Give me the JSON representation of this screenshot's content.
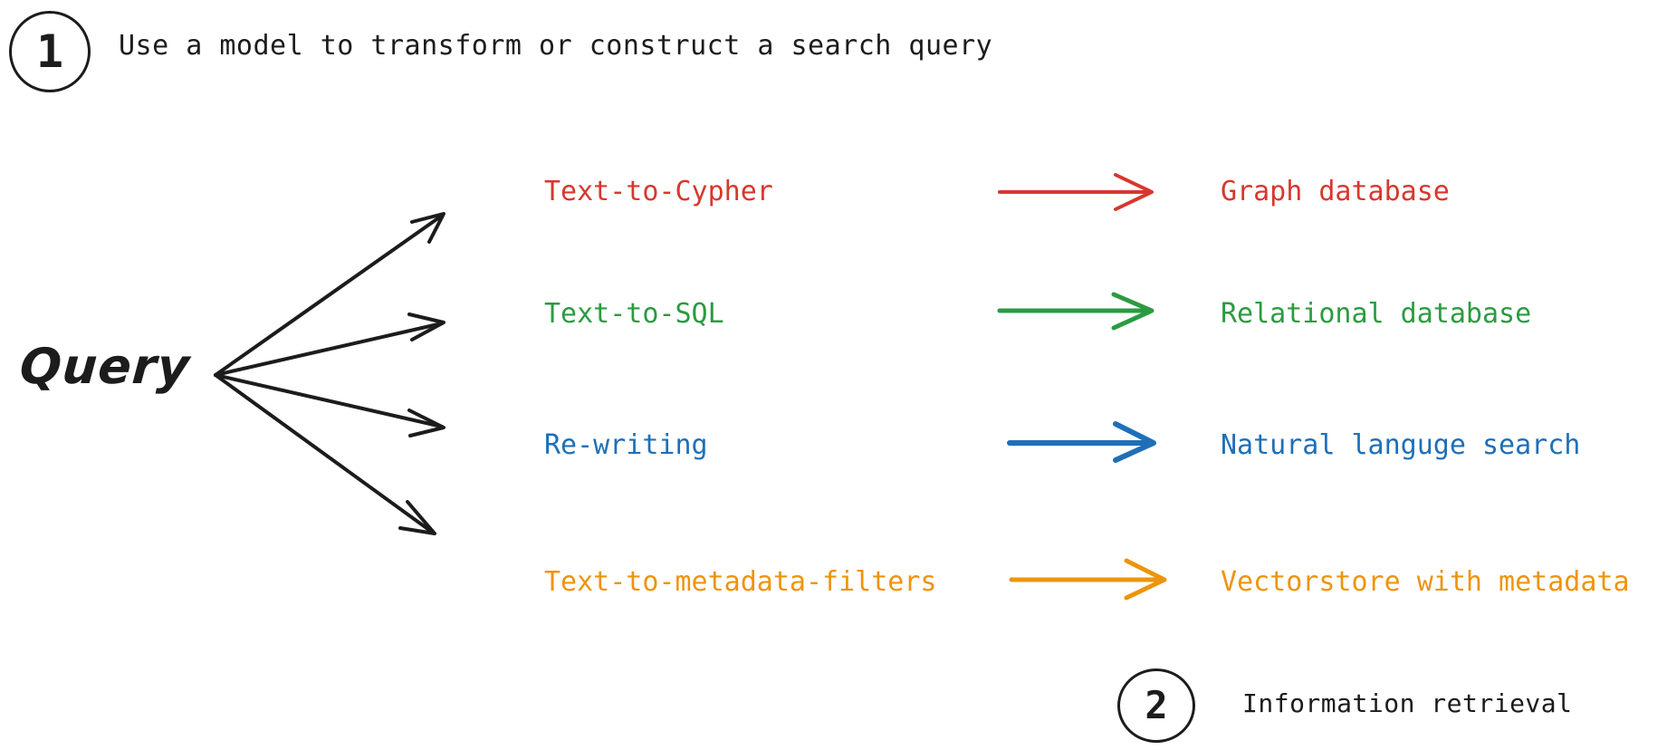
{
  "diagram": {
    "background_color": "#ffffff",
    "source_node": {
      "label": "Query"
    },
    "steps": [
      {
        "number": "1",
        "caption": "Use a model to transform or construct a search query"
      },
      {
        "number": "2",
        "caption": "Information retrieval"
      }
    ],
    "rows": [
      {
        "technique": "Text-to-Cypher",
        "target": "Graph database",
        "color": "#d8372d"
      },
      {
        "technique": "Text-to-SQL",
        "target": "Relational database",
        "color": "#2b9b41"
      },
      {
        "technique": "Re-writing",
        "target": "Natural languge search",
        "color": "#1f6fb8"
      },
      {
        "technique": "Text-to-metadata-filters",
        "target": "Vectorstore with metadata",
        "color": "#ed940d"
      }
    ],
    "ink_color": "#1c1c1c"
  }
}
